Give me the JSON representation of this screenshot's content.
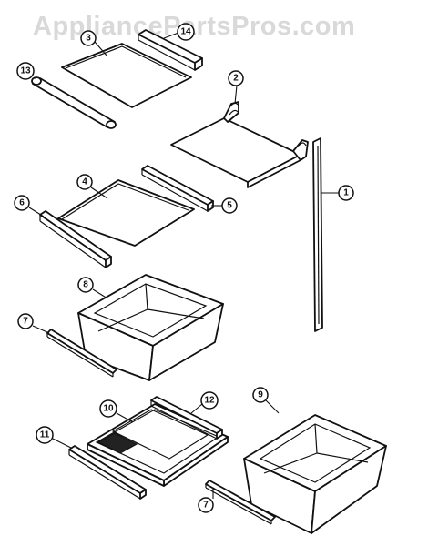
{
  "watermark": "AppliancePartsPros.com",
  "callouts": {
    "c1": "1",
    "c2": "2",
    "c3": "3",
    "c4": "4",
    "c5": "5",
    "c6": "6",
    "c7a": "7",
    "c7b": "7",
    "c8": "8",
    "c9": "9",
    "c10": "10",
    "c11": "11",
    "c12": "12",
    "c13": "13",
    "c14": "14"
  }
}
